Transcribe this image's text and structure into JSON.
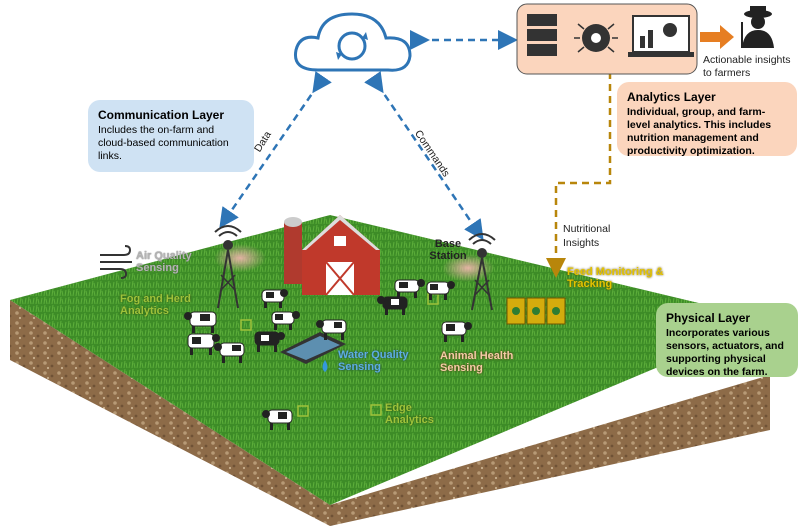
{
  "layers": {
    "communication": {
      "title": "Communication Layer",
      "desc": "Includes the on-farm and cloud-based communication links."
    },
    "analytics": {
      "title": "Analytics Layer",
      "desc": "Individual, group, and farm-level analytics. This includes nutrition management and productivity optimization."
    },
    "physical": {
      "title": "Physical Layer",
      "desc": "Incorporates various sensors, actuators, and supporting physical devices on the farm."
    }
  },
  "links": {
    "data": "Data",
    "commands": "Commands",
    "nutritional": "Nutritional Insights",
    "actionable": "Actionable insights to farmers"
  },
  "farm_labels": {
    "air_quality": "Air Quality Sensing",
    "base_station": "Base Station",
    "feed": "Feed Monitoring & Tracking",
    "fog_herd": "Fog and Herd Analytics",
    "water": "Water Quality Sensing",
    "animal_health": "Animal Health Sensing",
    "edge": "Edge Analytics"
  },
  "colors": {
    "communication_box": "#cfe2f3",
    "analytics_box": "#fbd5bd",
    "physical_box": "#a9d18e",
    "grass": "#3f8f2a",
    "soil": "#9b7a55",
    "dashed_blue": "#2e75b6",
    "dashed_gold": "#b8860b",
    "arrow_orange": "#e67e22"
  },
  "icons": [
    "cloud-sync-icon",
    "server-analytics-icon",
    "farmer-icon",
    "antenna-icon",
    "barn-icon",
    "silo-icon",
    "wind-icon",
    "water-drop-icon",
    "chip-icon",
    "cow-icon",
    "feed-bin-icon"
  ]
}
